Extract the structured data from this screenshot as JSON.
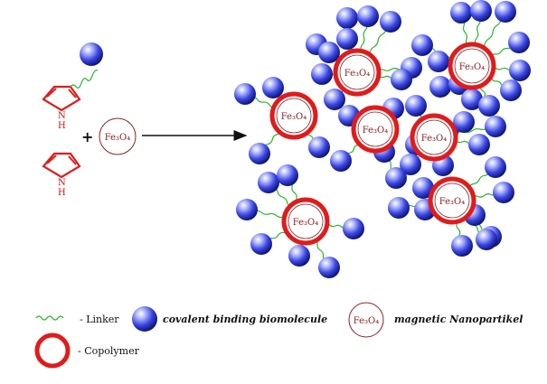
{
  "diagram": {
    "colors": {
      "pyrrole": "#e11b1b",
      "copolymer_ring": "#e11b1b",
      "linker": "#2db52d",
      "biomolecule": "#2a3bd6",
      "fe3o4_circle": "#8b2323",
      "arrow": "#111111"
    },
    "reactants": {
      "pyrrole_nh": "N",
      "pyrrole_h": "H",
      "plus_sign": "+",
      "nanoparticle_label": "Fe₃O₄"
    },
    "product": {
      "nanoparticle_label": "Fe₃O₄"
    },
    "legend": {
      "linker_label": "- Linker",
      "biomolecule_label": "covalent binding biomolecule",
      "nanoparticle_symbol": "Fe₃O₄",
      "nanoparticle_label": "magnetic Nanopartikel",
      "copolymer_label": "- Copolymer"
    }
  }
}
